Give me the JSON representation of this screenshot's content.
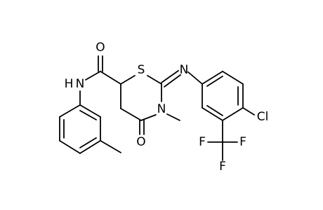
{
  "molecule": {
    "atom_labels": {
      "amide_oxygen": "O",
      "amide_nitrogen": "N",
      "amide_hydrogen": "H",
      "ring_sulfur": "S",
      "imine_nitrogen": "N",
      "ring_nitrogen": "N",
      "ring_oxygen": "O",
      "chlorine": "Cl",
      "fluorine_1": "F",
      "fluorine_2": "F",
      "fluorine_3": "F"
    }
  }
}
